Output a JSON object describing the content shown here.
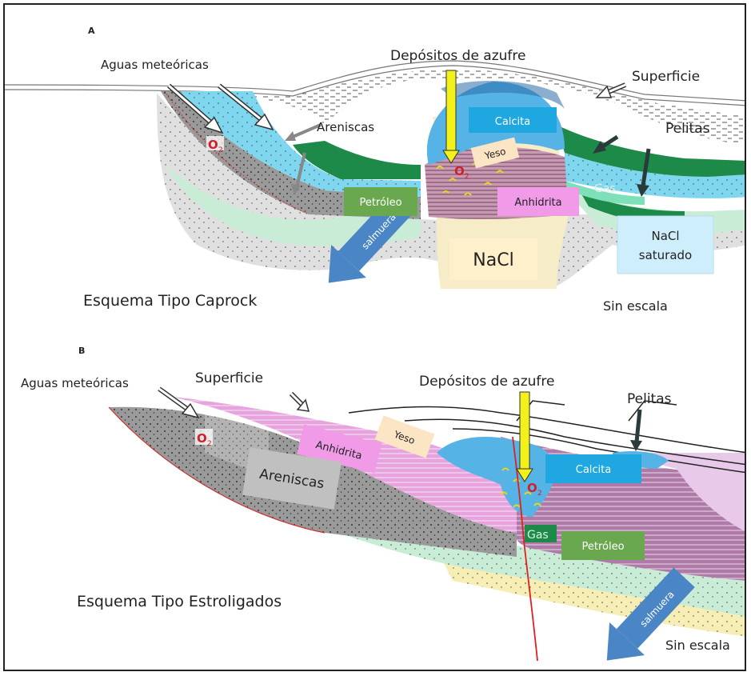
{
  "panel_a": {
    "letter": "A",
    "sulfur_label": "Depósitos de azufre",
    "meteoric_label": "Aguas meteóricas",
    "surface_label": "Superficie",
    "sandstone_label": "Areniscas",
    "shale_label": "Pelitas",
    "calcite_label": "Calcita",
    "gypsum_label": "Yeso",
    "anhydrite_label": "Anhidrita",
    "oil_label": "Petróleo",
    "gas_label": "Gas",
    "nacl_label": "NaCl",
    "nacl_sat_line1": "NaCl",
    "nacl_sat_line2": "saturado",
    "brine_label": "salmuera",
    "oxygen_label": "O",
    "oxygen_sub": "2",
    "title": "Esquema Tipo Caprock",
    "scale_note": "Sin escala"
  },
  "panel_b": {
    "letter": "B",
    "sulfur_label": "Depósitos de azufre",
    "meteoric_label": "Aguas meteóricas",
    "surface_label": "Superficie",
    "shale_label": "Pelitas",
    "sandstone_label": "Areniscas",
    "calcite_label": "Calcita",
    "gypsum_label": "Yeso",
    "anhydrite_label": "Anhidrita",
    "oil_label": "Petróleo",
    "gas_label": "Gas",
    "brine_label": "salmuera",
    "oxygen_label": "O",
    "oxygen_sub": "2",
    "title": "Esquema Tipo Estroligados",
    "scale_note": "Sin escala"
  },
  "colors": {
    "calcite": "#1ea7e0",
    "anhydrite": "#f09ae8",
    "oil": "#6aa84f",
    "gypsum": "#fbe5c4",
    "brine_arrow": "#4a86c5",
    "sulfur_arrow": "#f2f21a",
    "fault": "#e02020",
    "oxygen": "#d0202a"
  }
}
